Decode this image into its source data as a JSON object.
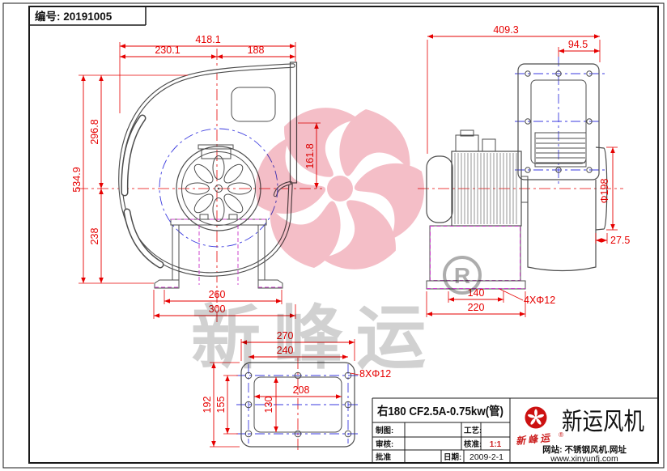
{
  "sheet": {
    "serial": "编号: 20191005"
  },
  "front_view": {
    "dims": {
      "total_w": "418.1",
      "left_w": "230.1",
      "right_w": "188",
      "total_h": "534.9",
      "top_h": "296.8",
      "bottom_h": "238",
      "outlet_h": "161.8",
      "base_inner": "260",
      "base_outer": "300"
    }
  },
  "side_view": {
    "dims": {
      "total_w": "409.3",
      "outlet_offset": "94.5",
      "inlet_dia": "Φ198",
      "collar_len": "27.5",
      "base_inner": "140",
      "base_outer": "220",
      "base_holes": "4XΦ12"
    }
  },
  "flange_view": {
    "dims": {
      "outer_w": "270",
      "hole_span_w": "240",
      "holes": "8XΦ12",
      "opening_w": "208",
      "opening_h": "130",
      "hole_span_h": "155",
      "outer_h": "192"
    }
  },
  "title_block": {
    "model": "右180 CF2.5A-0.75kw(管)",
    "fields": {
      "drawn": "制图:",
      "checked": "审核:",
      "approved": "批准",
      "process": "工艺:",
      "ratify": "核准:",
      "scale": "1:1",
      "date_label": "日期:",
      "date": "2009-2-1"
    },
    "brand": {
      "name": "新运风机",
      "logo_text": "新峰运",
      "reg": "®",
      "site": "网站: 不锈钢风机.网址",
      "url": "www.xinyunfj.com"
    }
  },
  "watermark": {
    "text": "新峰运",
    "reg": "R"
  },
  "colors": {
    "dimension_red": "#e60000",
    "centerline_blue": "#3a3adf",
    "phantom_magenta": "#cc44cc",
    "watermark_pink": "#f2b3be",
    "brand_red": "#cc1111"
  }
}
